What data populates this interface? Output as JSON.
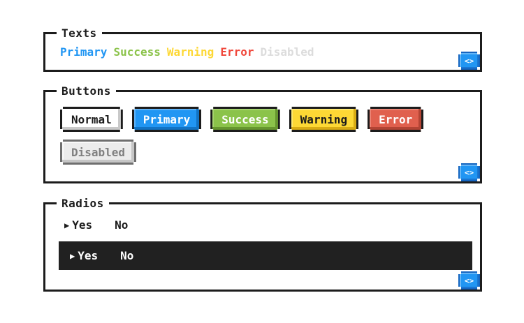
{
  "canvas": {
    "background": "#ffffff",
    "ink": "#1c1c1c"
  },
  "code_button": {
    "label": "<>",
    "icon": "code-icon",
    "background": "#2196f3",
    "text_color": "#ffffff"
  },
  "sections": {
    "texts": {
      "legend": "Texts",
      "items": [
        {
          "label": "Primary",
          "variant": "primary",
          "color": "#2196f3"
        },
        {
          "label": "Success",
          "variant": "success",
          "color": "#8bc34a"
        },
        {
          "label": "Warning",
          "variant": "warning",
          "color": "#fdd835"
        },
        {
          "label": "Error",
          "variant": "error",
          "color": "#f0483c"
        },
        {
          "label": "Disabled",
          "variant": "disabled",
          "color": "#dcdcdc"
        }
      ]
    },
    "buttons": {
      "legend": "Buttons",
      "row1": [
        {
          "label": "Normal",
          "variant": "normal",
          "background": "#ffffff",
          "text_color": "#1c1c1c"
        },
        {
          "label": "Primary",
          "variant": "primary",
          "background": "#2196f3",
          "text_color": "#ffffff"
        },
        {
          "label": "Success",
          "variant": "success",
          "background": "#8bc34a",
          "text_color": "#ffffff"
        },
        {
          "label": "Warning",
          "variant": "warning",
          "background": "#fdd835",
          "text_color": "#1c1c1c"
        },
        {
          "label": "Error",
          "variant": "error",
          "background": "#e0604e",
          "text_color": "#ffffff"
        }
      ],
      "row2": [
        {
          "label": "Disabled",
          "variant": "disabled",
          "background": "#ececec",
          "text_color": "#808080"
        }
      ]
    },
    "radios": {
      "legend": "Radios",
      "cursor_char": "▶",
      "groups": [
        {
          "theme": "light",
          "options": [
            {
              "label": "Yes",
              "selected": true
            },
            {
              "label": "No",
              "selected": false
            }
          ]
        },
        {
          "theme": "dark",
          "background": "#212121",
          "options": [
            {
              "label": "Yes",
              "selected": true
            },
            {
              "label": "No",
              "selected": false
            }
          ]
        }
      ]
    }
  }
}
